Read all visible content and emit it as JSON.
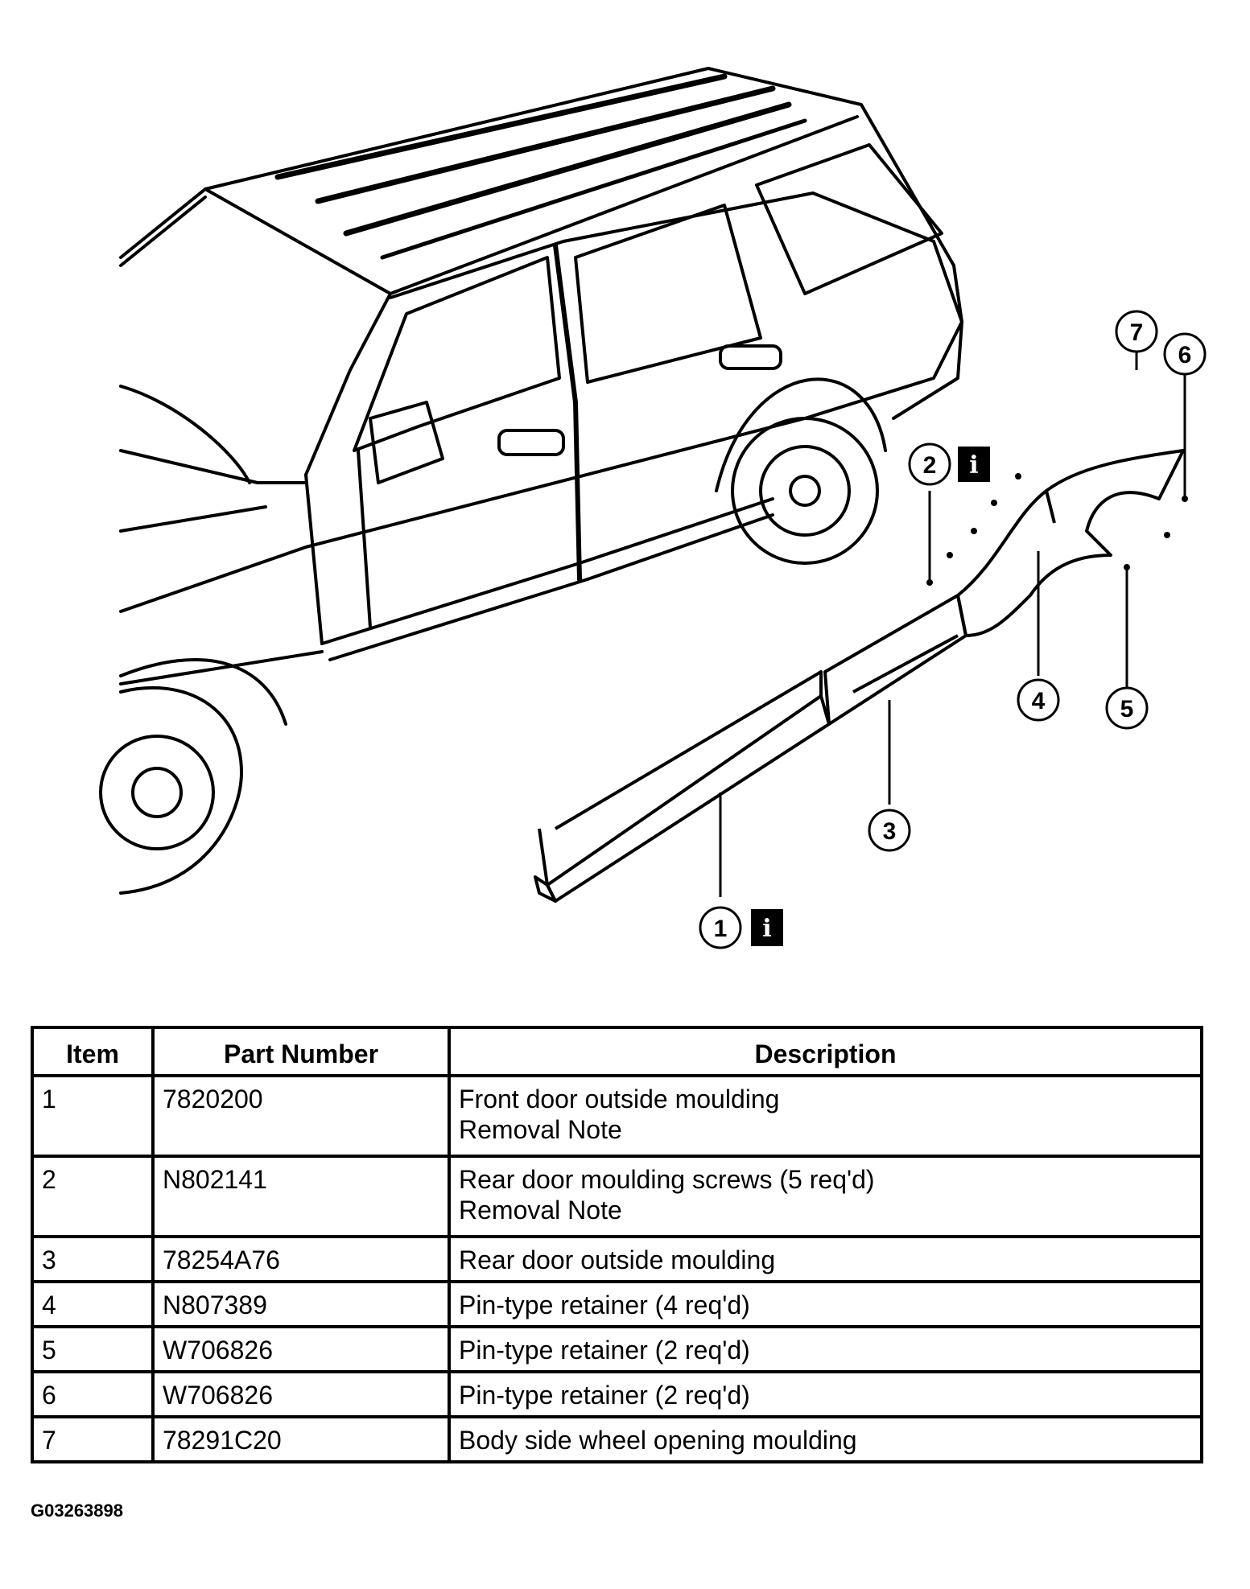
{
  "callouts": [
    {
      "label": "1",
      "info": true
    },
    {
      "label": "2",
      "info": true
    },
    {
      "label": "3",
      "info": false
    },
    {
      "label": "4",
      "info": false
    },
    {
      "label": "5",
      "info": false
    },
    {
      "label": "6",
      "info": false
    },
    {
      "label": "7",
      "info": false
    }
  ],
  "info_symbol": "i",
  "table": {
    "headers": {
      "item": "Item",
      "part_number": "Part Number",
      "description": "Description"
    },
    "rows": [
      {
        "item": "1",
        "part_number": "7820200",
        "description": [
          "Front door outside moulding",
          "Removal Note"
        ]
      },
      {
        "item": "2",
        "part_number": "N802141",
        "description": [
          "Rear door moulding screws (5 req'd)",
          "Removal Note"
        ]
      },
      {
        "item": "3",
        "part_number": "78254A76",
        "description": [
          "Rear door outside moulding"
        ]
      },
      {
        "item": "4",
        "part_number": "N807389",
        "description": [
          "Pin-type retainer (4 req'd)"
        ]
      },
      {
        "item": "5",
        "part_number": "W706826",
        "description": [
          "Pin-type retainer (2 req'd)"
        ]
      },
      {
        "item": "6",
        "part_number": "W706826",
        "description": [
          "Pin-type retainer (2 req'd)"
        ]
      },
      {
        "item": "7",
        "part_number": "78291C20",
        "description": [
          "Body side wheel opening moulding"
        ]
      }
    ]
  },
  "figure_id": "G03263898"
}
